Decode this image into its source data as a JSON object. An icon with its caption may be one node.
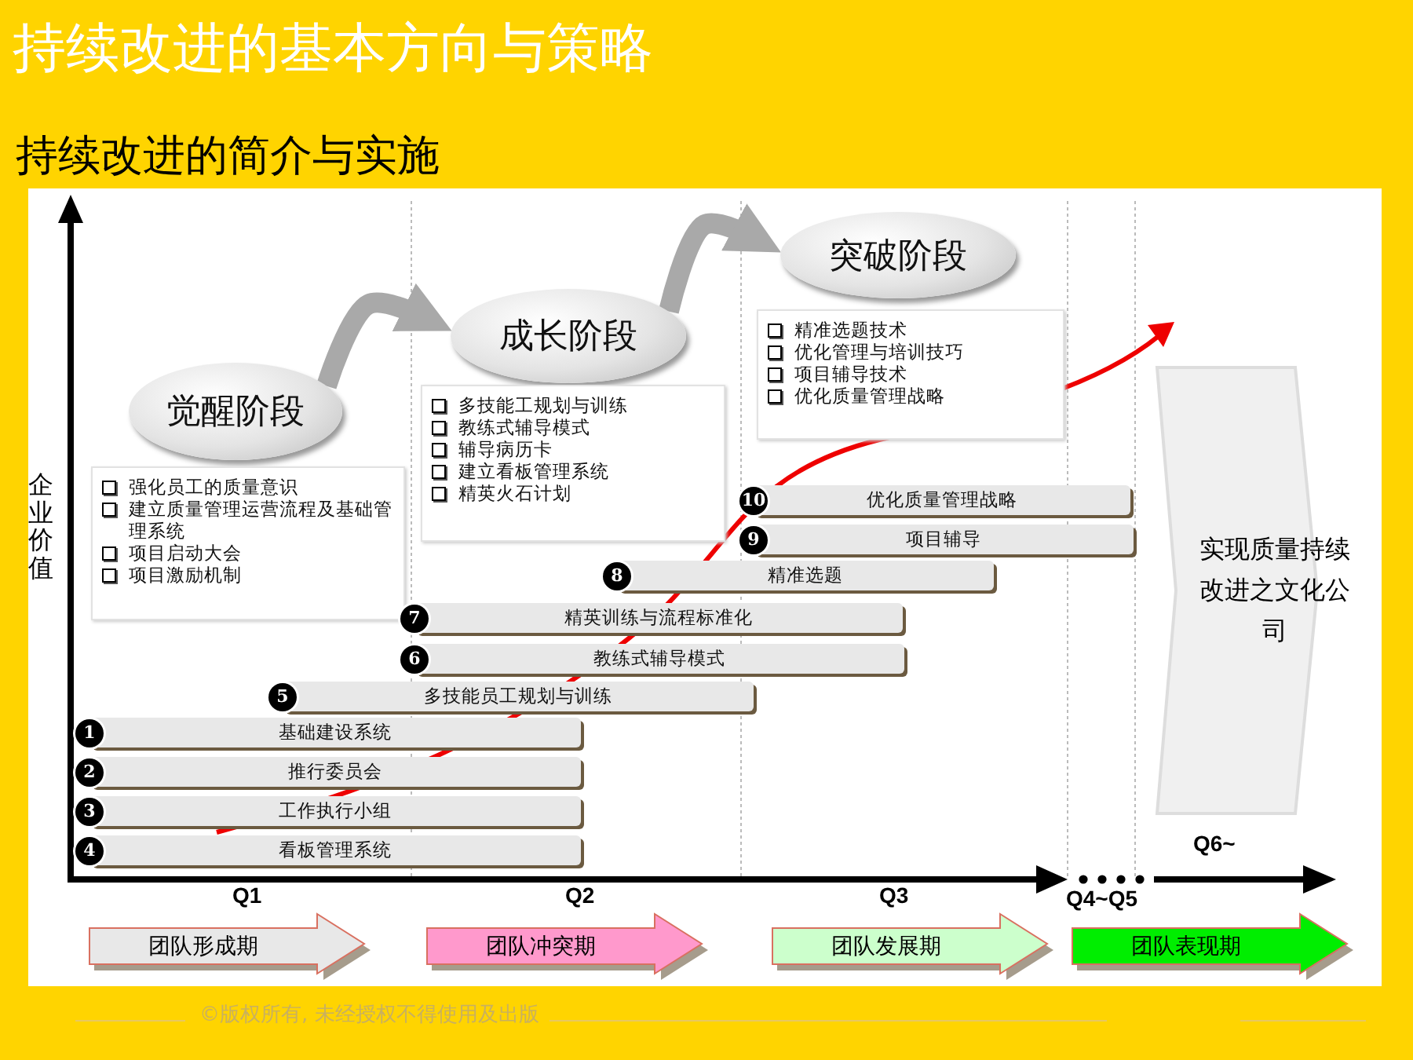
{
  "diagram": {
    "title": "持续改进的基本方向与策略",
    "nodes": [
      {
        "text": [
          "觉醒阶段"
        ]
      },
      {
        "text": [
          "强化员工的质量意识",
          "建立质量管理运营流程及基础管理系统",
          "项目启动大会",
          "项目激励机制"
        ]
      },
      {
        "text": [
          "成长阶段"
        ]
      },
      {
        "text": [
          "多技能工规划与训练",
          "教练式辅导模式",
          "辅导病历卡",
          "建立看板管理系统",
          "精英火石计划"
        ]
      },
      {
        "text": [
          "突破阶段"
        ]
      },
      {
        "text": [
          "精准选题技术",
          "优化管理与培训技巧",
          "项目辅导技术",
          "优化质量管理战略"
        ]
      },
      {
        "text": [
          "1",
          "基础建设系统"
        ]
      },
      {
        "text": [
          "2",
          "推行委员会"
        ]
      },
      {
        "text": [
          "3",
          "工作执行小组"
        ]
      },
      {
        "text": [
          "4",
          "看板管理系统"
        ]
      },
      {
        "text": [
          "5",
          "多技能员工规划与训练"
        ]
      },
      {
        "text": [
          "6",
          "教练式辅导模式"
        ]
      },
      {
        "text": [
          "7",
          "精英训练与流程标准化"
        ]
      },
      {
        "text": [
          "8",
          "精准选题"
        ]
      },
      {
        "text": [
          "9",
          "项目辅导"
        ]
      },
      {
        "text": [
          "10",
          "优化质量管理战略"
        ]
      },
      {
        "text": [
          "实现质量持续改进之文化公司"
        ]
      },
      {
        "text": [
          "团队形成期"
        ]
      },
      {
        "text": [
          "团队冲突期"
        ]
      },
      {
        "text": [
          "团队发展期"
        ]
      },
      {
        "text": [
          "团队表现期"
        ]
      }
    ],
    "edges": [
      {
        "from": 0,
        "to": 2,
        "arrow": "to"
      },
      {
        "from": 2,
        "to": 4,
        "arrow": "to"
      }
    ],
    "labels": [
      "持续改进的简介与实施",
      "企业价值",
      "Q1",
      "Q2",
      "Q3",
      "Q4~Q5",
      "Q6~",
      "©版权所有, 未经授权不得使用及出版"
    ]
  }
}
